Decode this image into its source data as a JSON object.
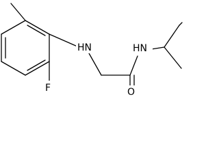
{
  "molecule": {
    "atom_labels": {
      "amine_nitrogen": "HN",
      "amide_nitrogen": "HN",
      "carbonyl_oxygen": "O",
      "fluorine": "F"
    }
  }
}
